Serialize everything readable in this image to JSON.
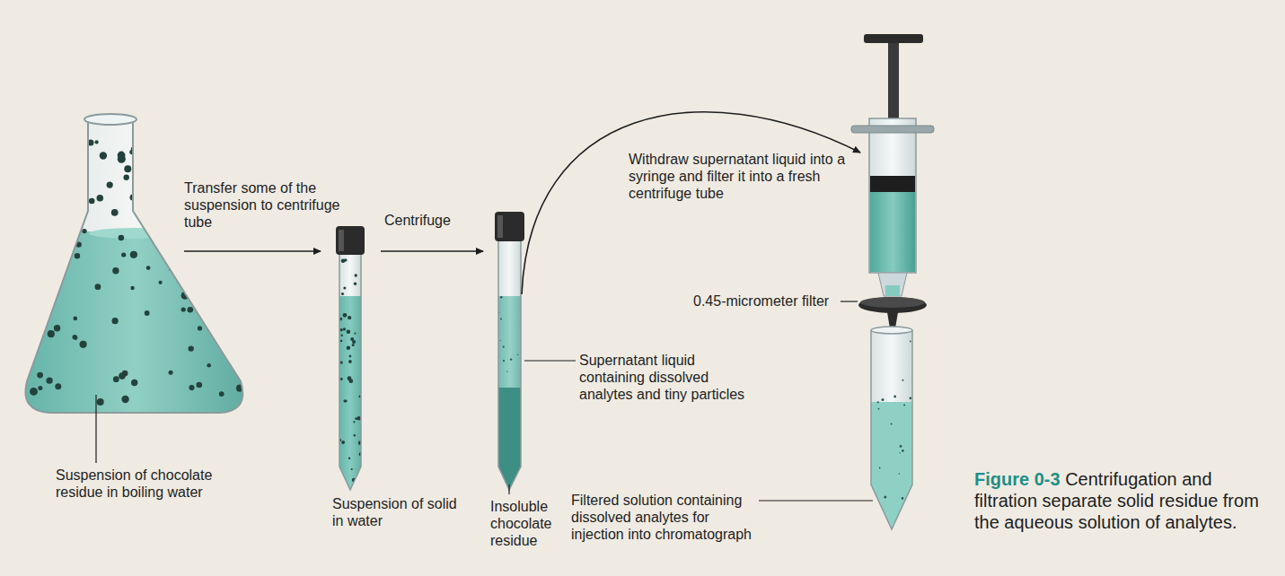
{
  "diagram": {
    "caption": "Centrifugation and filtration separate solid residue from the aqueous solution of analytes.",
    "labels": [
      "Transfer some of the suspension to centrifuge tube",
      "Centrifuge",
      "Withdraw supernatant liquid into a syringe and filter it into a fresh centrifuge tube",
      "0.45-micrometer filter",
      "Supernatant liquid containing dissolved analytes and tiny particles",
      "Suspension of chocolate residue in boiling water",
      "Suspension of solid in water",
      "Insoluble chocolate residue",
      "Filtered solution containing dissolved analytes for injection into chromatograph",
      "Figure 0-3"
    ]
  }
}
